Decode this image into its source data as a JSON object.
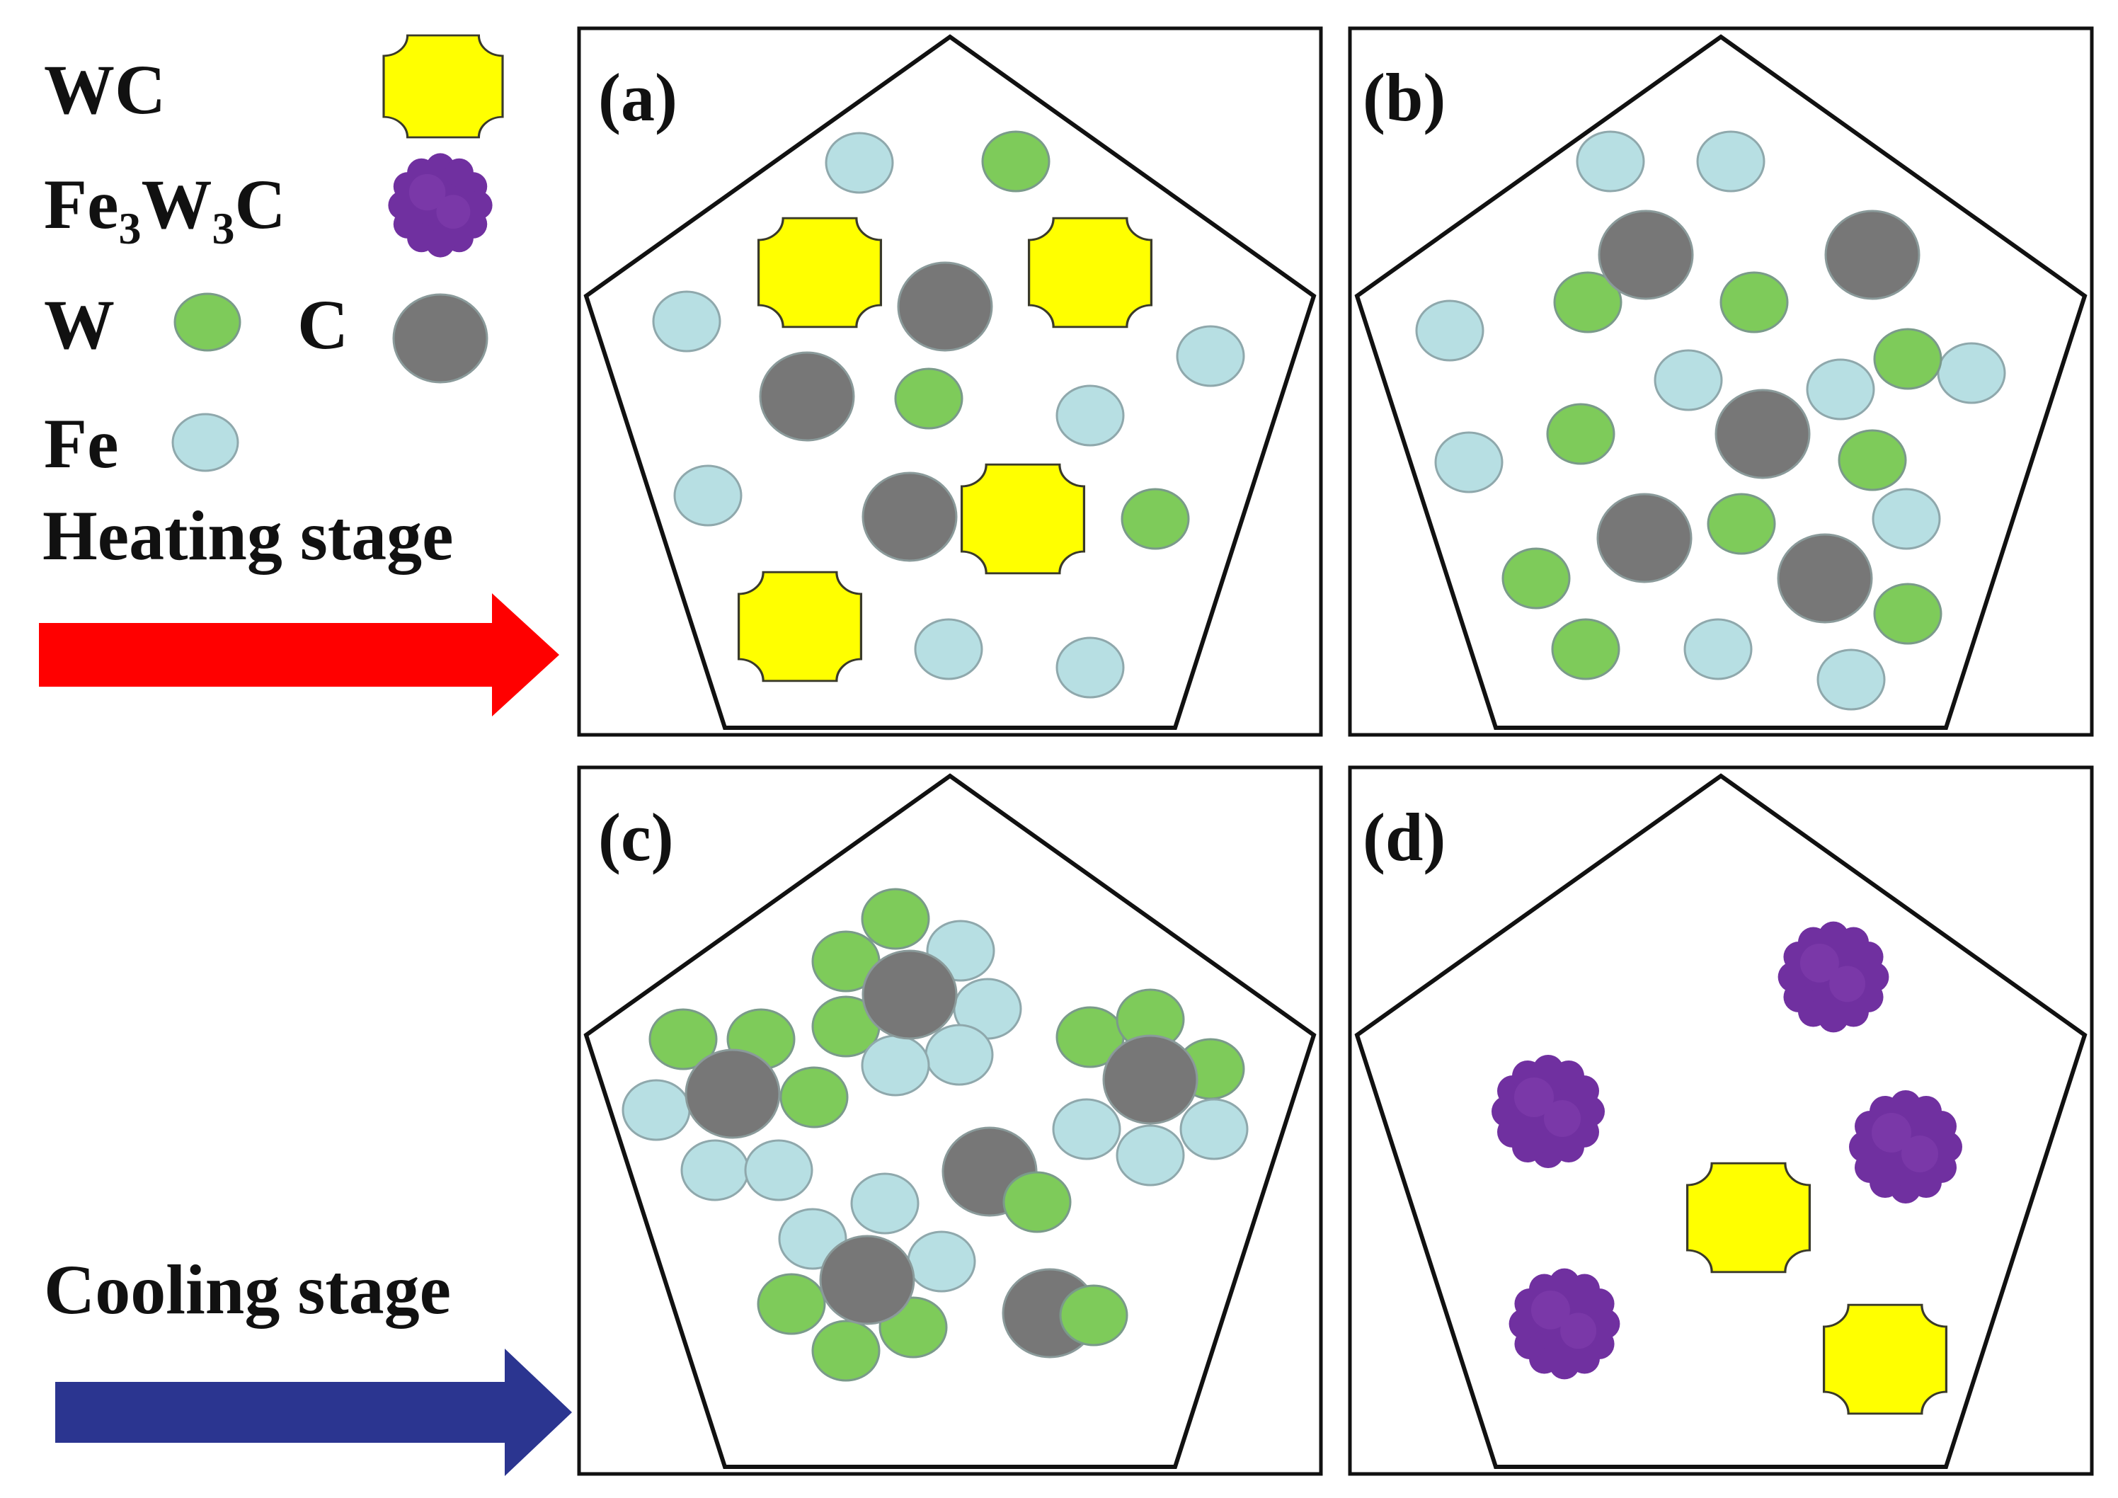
{
  "legend": {
    "wc_label": "WC",
    "fe3w3c_label_parts": [
      "Fe",
      "3",
      "W",
      "3",
      "C"
    ],
    "w_label": "W",
    "c_label": "C",
    "fe_label": "Fe"
  },
  "stages": {
    "heating_label": "Heating stage",
    "cooling_label": "Cooling stage"
  },
  "panels": {
    "a_label": "(a)",
    "b_label": "(b)",
    "c_label": "(c)",
    "d_label": "(d)"
  },
  "colors": {
    "wc_fill": "#ffff00",
    "fe3w3c_fill": "#7030a0",
    "w_fill": "#7ecb5a",
    "c_fill": "#777777",
    "fe_fill": "#b7dfe3",
    "heating_arrow": "#ff0000",
    "cooling_arrow": "#2b3590"
  }
}
